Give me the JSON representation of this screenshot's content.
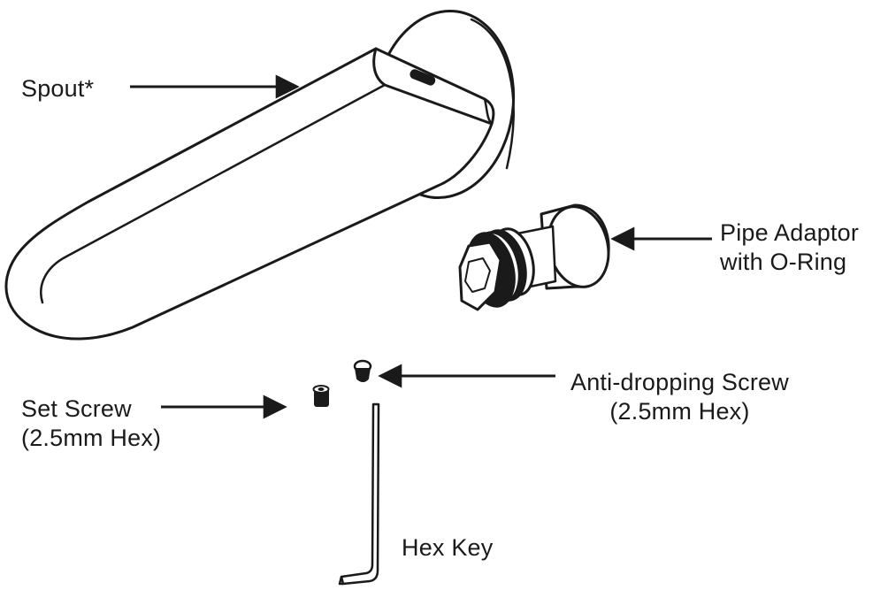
{
  "labels": {
    "spout": "Spout*",
    "pipe_adaptor": {
      "line1": "Pipe Adaptor",
      "line2": "with O-Ring"
    },
    "anti_dropping_screw": {
      "line1": "Anti-dropping Screw",
      "line2": "(2.5mm Hex)"
    },
    "set_screw": {
      "line1": "Set Screw",
      "line2": "(2.5mm Hex)"
    },
    "hex_key": "Hex Key"
  },
  "colors": {
    "line": "#1a1a1a",
    "background": "#ffffff"
  }
}
